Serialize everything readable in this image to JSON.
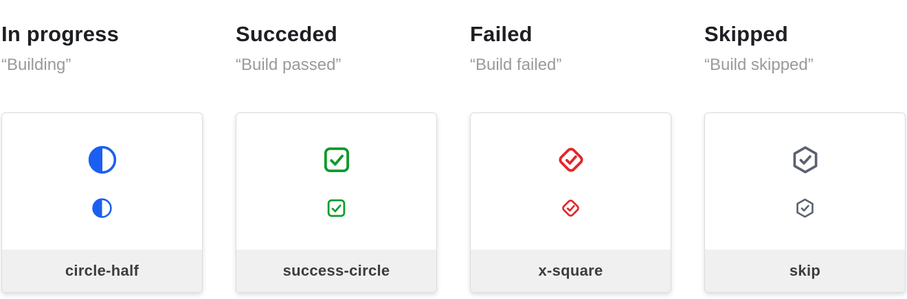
{
  "columns": [
    {
      "title": "In progress",
      "subtitle": "“Building”",
      "label": "circle-half",
      "icon": "circle-half-icon",
      "color": "#1b5ff2"
    },
    {
      "title": "Succeded",
      "subtitle": "“Build passed”",
      "label": "success-circle",
      "icon": "check-square-icon",
      "color": "#0e9a2b"
    },
    {
      "title": "Failed",
      "subtitle": "“Build failed”",
      "label": "x-square",
      "icon": "check-diamond-icon",
      "color": "#e3272b"
    },
    {
      "title": "Skipped",
      "subtitle": "“Build skipped”",
      "label": "skip",
      "icon": "check-hexagon-icon",
      "color": "#5a6170"
    }
  ],
  "colors": {
    "heading_text": "#1d1f23",
    "subtitle_text": "#9a9a9a",
    "card_border": "#dcdcdc",
    "footer_background": "#f0f0f0",
    "footer_text": "#3a3d41"
  }
}
